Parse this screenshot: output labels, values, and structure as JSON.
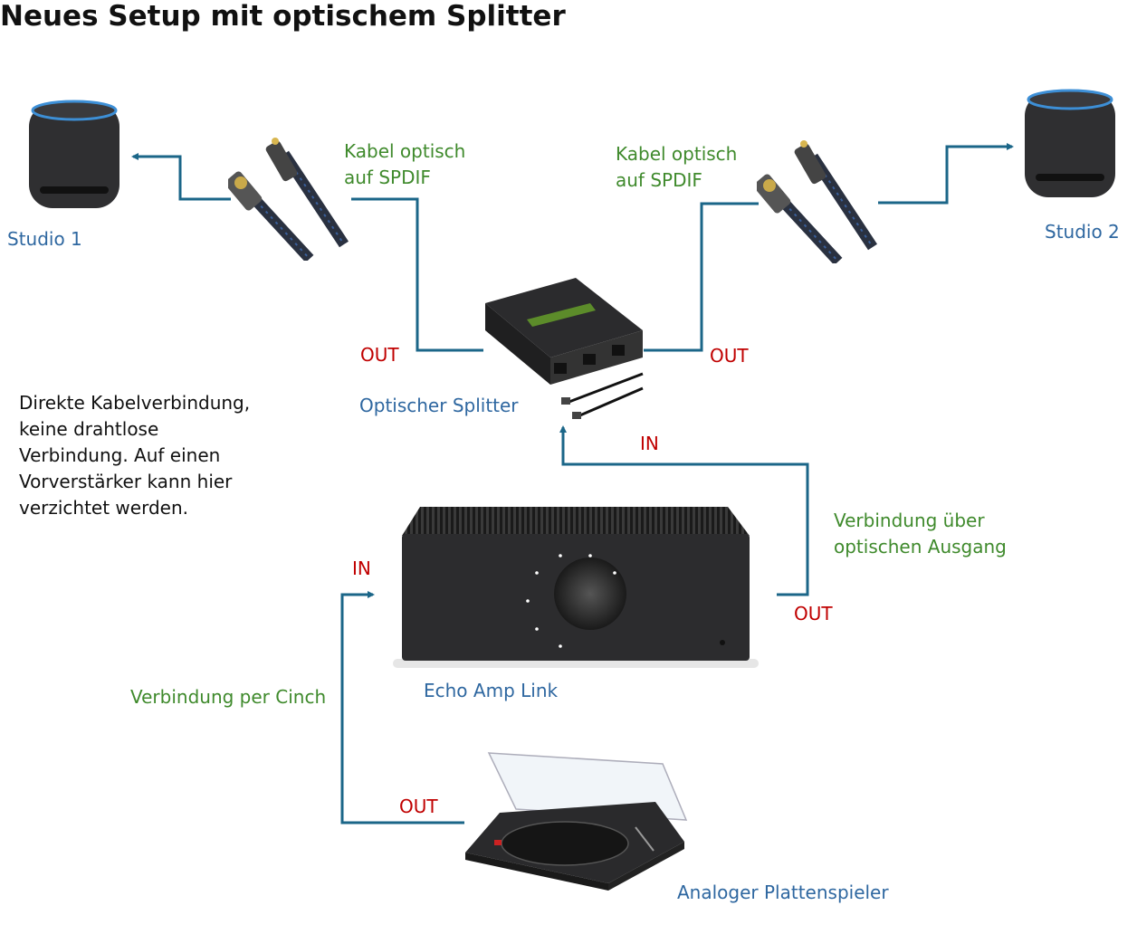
{
  "title": "Neues Setup mit optischem Splitter",
  "devices": {
    "studio1": "Studio 1",
    "studio2": "Studio 2",
    "splitter": "Optischer Splitter",
    "amp": "Echo Amp Link",
    "turntable": "Analoger Plattenspieler"
  },
  "cables": {
    "left": [
      "Kabel optisch",
      "auf SPDIF"
    ],
    "right": [
      "Kabel optisch",
      "auf SPDIF"
    ],
    "optical_out": [
      "Verbindung über",
      "optischen Ausgang"
    ],
    "cinch": "Verbindung per Cinch"
  },
  "ports": {
    "splitter_out_left": "OUT",
    "splitter_out_right": "OUT",
    "splitter_in": "IN",
    "amp_in": "IN",
    "amp_out": "OUT",
    "turntable_out": "OUT"
  },
  "note": [
    "Direkte Kabelverbindung,",
    "keine drahtlose",
    "Verbindung. Auf einen",
    "Vorverstärker kann hier",
    "verzichtet werden."
  ],
  "colors": {
    "line": "#1b6688",
    "green": "#3f8a2c",
    "red": "#c00000",
    "blue": "#2e67a0"
  }
}
